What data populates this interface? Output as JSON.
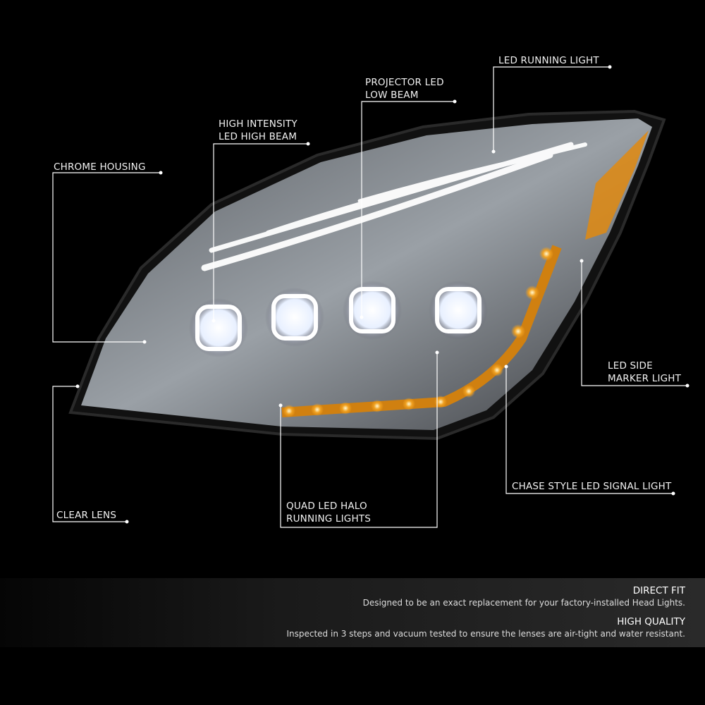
{
  "callouts": {
    "chrome_housing": "CHROME HOUSING",
    "clear_lens": "CLEAR LENS",
    "high_beam_1": "HIGH INTENSITY",
    "high_beam_2": "LED HIGH BEAM",
    "low_beam_1": "PROJECTOR LED",
    "low_beam_2": "LOW BEAM",
    "running_light": "LED RUNNING LIGHT",
    "side_marker_1": "LED SIDE",
    "side_marker_2": "MARKER LIGHT",
    "signal_light": "CHASE STYLE LED SIGNAL LIGHT",
    "halo_1": "QUAD LED HALO",
    "halo_2": "RUNNING LIGHTS"
  },
  "features": [
    {
      "title": "DIRECT FIT",
      "text": "Designed to be an exact replacement for your factory-installed Head Lights."
    },
    {
      "title": "HIGH QUALITY",
      "text": "Inspected in 3 steps and vacuum tested to ensure the lenses are air-tight and water resistant."
    }
  ],
  "colors": {
    "amber": "#f0a020",
    "line": "#ffffff"
  }
}
